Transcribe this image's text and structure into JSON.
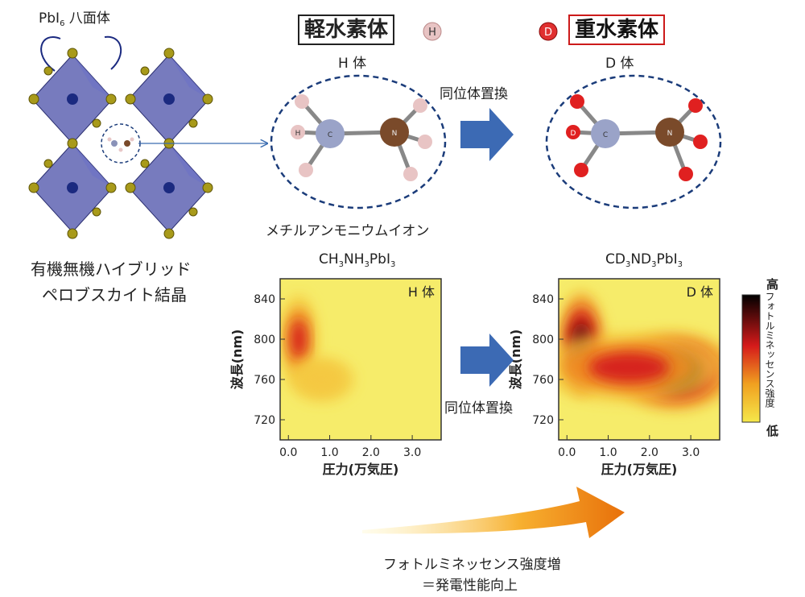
{
  "crystal": {
    "octahedron_label_main": "PbI",
    "octahedron_label_sub": "6",
    "octahedron_label_tail": " 八面体",
    "caption_line1": "有機無機ハイブリッド",
    "caption_line2": "ペロブスカイト結晶"
  },
  "light": {
    "title": "軽水素体",
    "atom_badge": "H",
    "sub": "H 体",
    "atom_h": "H",
    "atom_c": "C",
    "atom_n": "N"
  },
  "heavy": {
    "title": "重水素体",
    "atom_badge": "D",
    "sub": "D 体",
    "atom_d": "D",
    "atom_c": "C",
    "atom_n": "N"
  },
  "arrows": {
    "top_label": "同位体置換",
    "bottom_label": "同位体置換"
  },
  "molecule_caption": "メチルアンモニウムイオン",
  "chart_data": [
    {
      "type": "heatmap",
      "title_parts": [
        "CH",
        "3",
        "NH",
        "3",
        "PbI",
        "3"
      ],
      "panel_label": "H 体",
      "xlabel": "圧力(万気圧)",
      "ylabel": "波長(nm)",
      "xticks": [
        "0.0",
        "1.0",
        "2.0",
        "3.0"
      ],
      "yticks": [
        "840",
        "800",
        "760",
        "720"
      ],
      "xlim": [
        -0.2,
        3.7
      ],
      "ylim": [
        700,
        860
      ],
      "blobs": [
        {
          "x": 0.25,
          "y": 800,
          "rx": 0.28,
          "ry": 28,
          "level": 0.55
        },
        {
          "x": 0.8,
          "y": 760,
          "rx": 0.5,
          "ry": 14,
          "level": 0.18
        }
      ]
    },
    {
      "type": "heatmap",
      "title_parts": [
        "CD",
        "3",
        "ND",
        "3",
        "PbI",
        "3"
      ],
      "panel_label": "D 体",
      "xlabel": "圧力(万気圧)",
      "ylabel": "波長(nm)",
      "xticks": [
        "0.0",
        "1.0",
        "2.0",
        "3.0"
      ],
      "yticks": [
        "840",
        "800",
        "760",
        "720"
      ],
      "xlim": [
        -0.2,
        3.7
      ],
      "ylim": [
        700,
        860
      ],
      "blobs": [
        {
          "x": 0.35,
          "y": 795,
          "rx": 0.35,
          "ry": 32,
          "level": 0.85
        },
        {
          "x": 2.6,
          "y": 768,
          "rx": 0.9,
          "ry": 24,
          "level": 1.0
        },
        {
          "x": 1.5,
          "y": 772,
          "rx": 1.4,
          "ry": 22,
          "level": 0.55
        }
      ]
    }
  ],
  "colorbar": {
    "high": "高",
    "low": "低",
    "label": "フォトルミネッセンス強度"
  },
  "bottom": {
    "line1": "フォトルミネッセンス強度増",
    "line2": "＝発電性能向上"
  }
}
